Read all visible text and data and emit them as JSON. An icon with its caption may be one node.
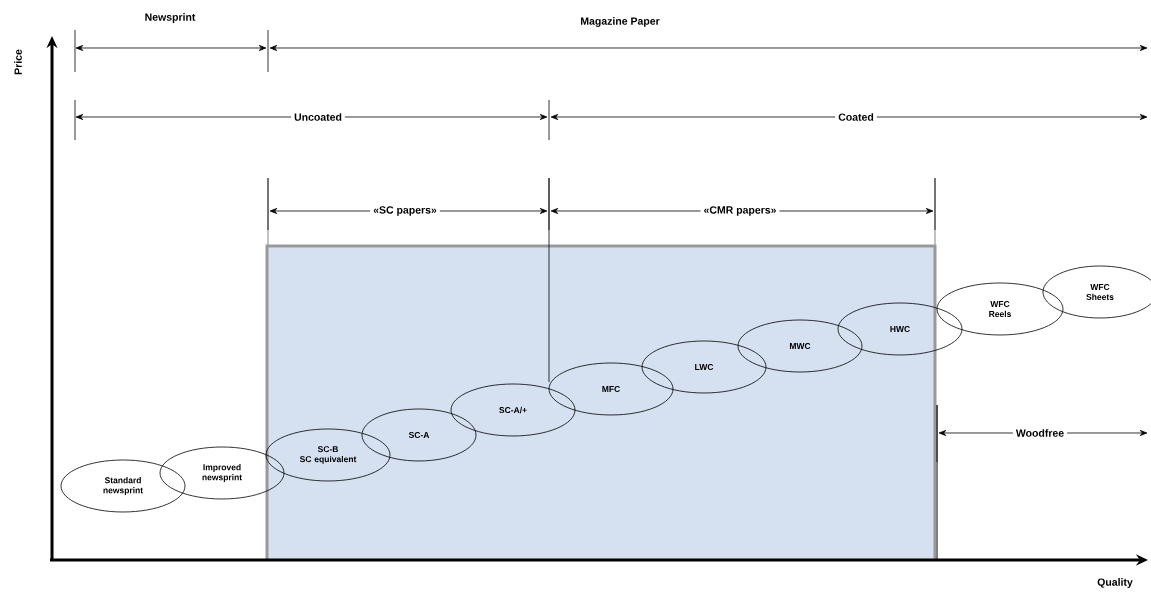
{
  "diagram": {
    "nodes": [
      {
        "text": [
          "Standard newsprint"
        ]
      },
      {
        "text": [
          "Improved newsprint"
        ]
      },
      {
        "text": [
          "SC-B",
          "SC equivalent"
        ]
      },
      {
        "text": [
          "SC-A"
        ]
      },
      {
        "text": [
          "SC-A/+"
        ]
      },
      {
        "text": [
          "MFC"
        ]
      },
      {
        "text": [
          "LWC"
        ]
      },
      {
        "text": [
          "MWC"
        ]
      },
      {
        "text": [
          "HWC"
        ]
      },
      {
        "text": [
          "WFC Reels"
        ]
      },
      {
        "text": [
          "WFC Sheets"
        ]
      }
    ],
    "labels": [
      "Price",
      "Newsprint",
      "Magazine Paper",
      "Uncoated",
      "Coated",
      "«SC papers»",
      "«CMR papers»",
      "Woodfree",
      "Quality"
    ]
  }
}
